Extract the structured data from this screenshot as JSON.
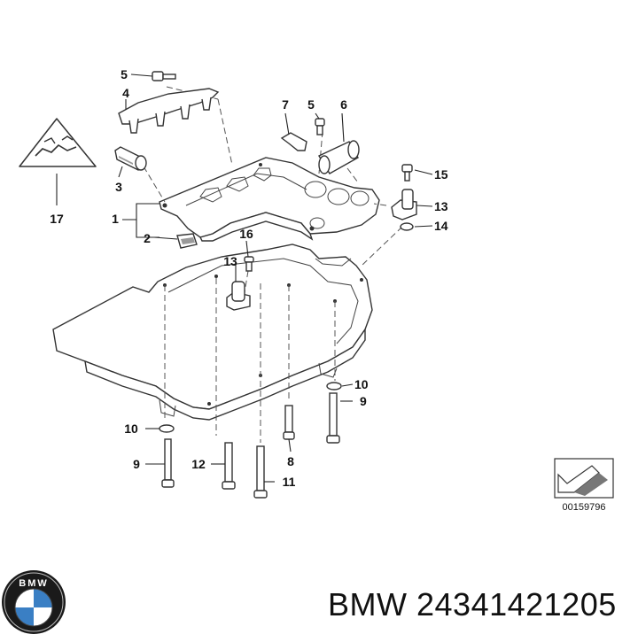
{
  "diagram": {
    "callouts": [
      {
        "id": "c5a",
        "text": "5"
      },
      {
        "id": "c4",
        "text": "4"
      },
      {
        "id": "c3",
        "text": "3"
      },
      {
        "id": "c17",
        "text": "17"
      },
      {
        "id": "c1",
        "text": "1"
      },
      {
        "id": "c2",
        "text": "2"
      },
      {
        "id": "c7",
        "text": "7"
      },
      {
        "id": "c5b",
        "text": "5"
      },
      {
        "id": "c6",
        "text": "6"
      },
      {
        "id": "c15",
        "text": "15"
      },
      {
        "id": "c13a",
        "text": "13"
      },
      {
        "id": "c14",
        "text": "14"
      },
      {
        "id": "c16",
        "text": "16"
      },
      {
        "id": "c13b",
        "text": "13"
      },
      {
        "id": "c10a",
        "text": "10"
      },
      {
        "id": "c9a",
        "text": "9"
      },
      {
        "id": "c10b",
        "text": "10"
      },
      {
        "id": "c9b",
        "text": "9"
      },
      {
        "id": "c8",
        "text": "8"
      },
      {
        "id": "c12",
        "text": "12"
      },
      {
        "id": "c11",
        "text": "11"
      }
    ],
    "reference_number": "00159796"
  },
  "brand": {
    "logo_text": "BMW",
    "name": "BMW",
    "part_number": "24341421205"
  }
}
